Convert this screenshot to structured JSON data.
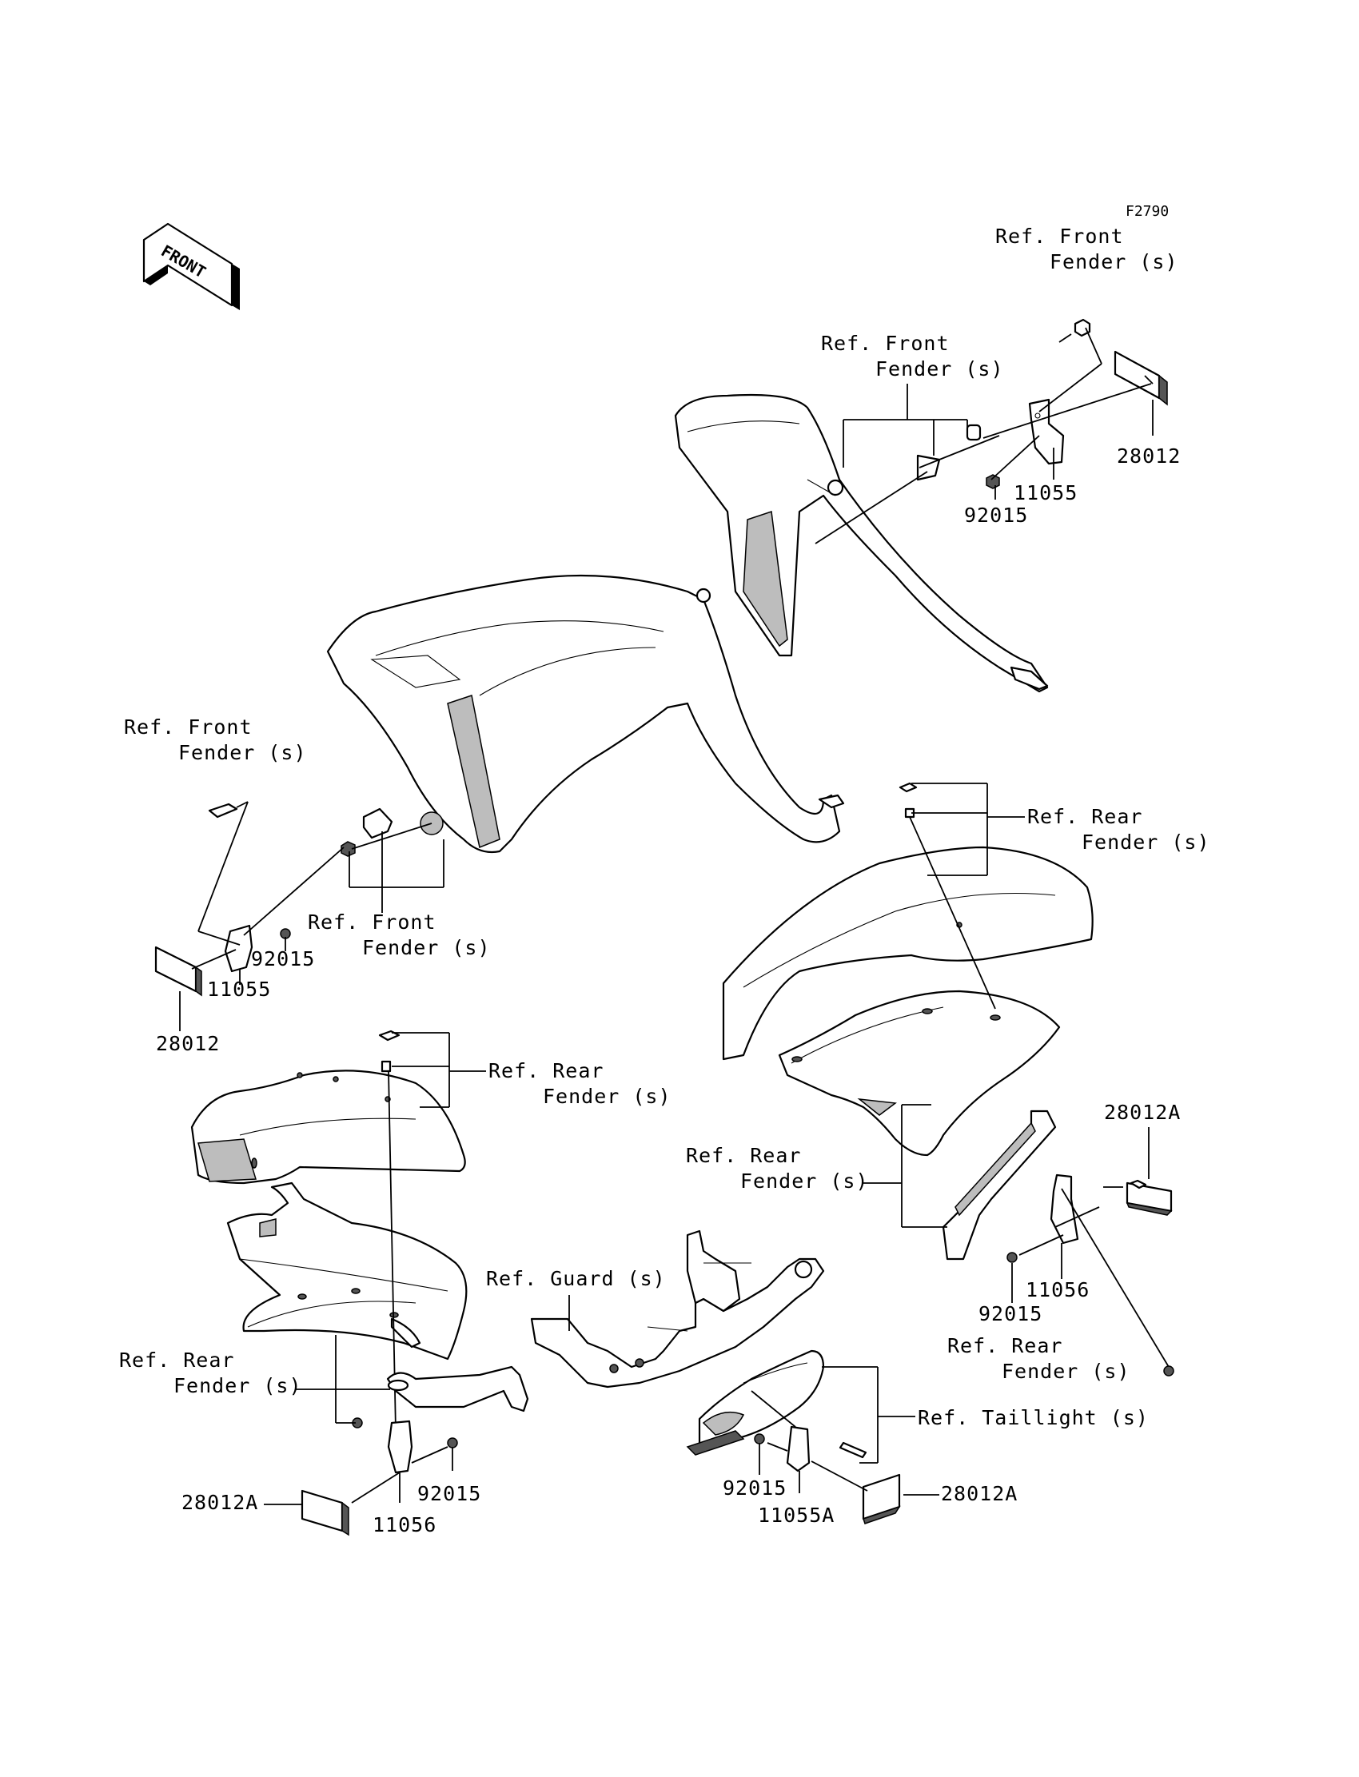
{
  "diagram_code": "F2790",
  "front_arrow_label": "FRONT",
  "labels": {
    "ref_front_fender_top_right": [
      "Ref. Front",
      "Fender (s)"
    ],
    "ref_front_fender_top_mid": [
      "Ref. Front",
      "Fender (s)"
    ],
    "ref_front_fender_left": [
      "Ref. Front",
      "Fender (s)"
    ],
    "ref_front_fender_left_mid": [
      "Ref. Front",
      "Fender (s)"
    ],
    "ref_rear_fender_right_top": [
      "Ref. Rear",
      "Fender (s)"
    ],
    "ref_rear_fender_left_mid": [
      "Ref. Rear",
      "Fender (s)"
    ],
    "ref_rear_fender_center": [
      "Ref. Rear",
      "Fender (s)"
    ],
    "ref_rear_fender_left_bottom": [
      "Ref. Rear",
      "Fender (s)"
    ],
    "ref_rear_fender_right_bottom": [
      "Ref. Rear",
      "Fender (s)"
    ],
    "ref_guard": "Ref. Guard (s)",
    "ref_taillight": "Ref. Taillight (s)"
  },
  "part_numbers": {
    "p28012_right": "28012",
    "p11055_right": "11055",
    "p92015_right_top": "92015",
    "p92015_left_top": "92015",
    "p11055_left": "11055",
    "p28012_left": "28012",
    "p28012A_right": "28012A",
    "p11056_right": "11056",
    "p92015_right_mid": "92015",
    "p28012A_left": "28012A",
    "p92015_left_bottom": "92015",
    "p11056_left": "11056",
    "p92015_center_bottom": "92015",
    "p11055A_center": "11055A",
    "p28012A_center": "28012A"
  }
}
